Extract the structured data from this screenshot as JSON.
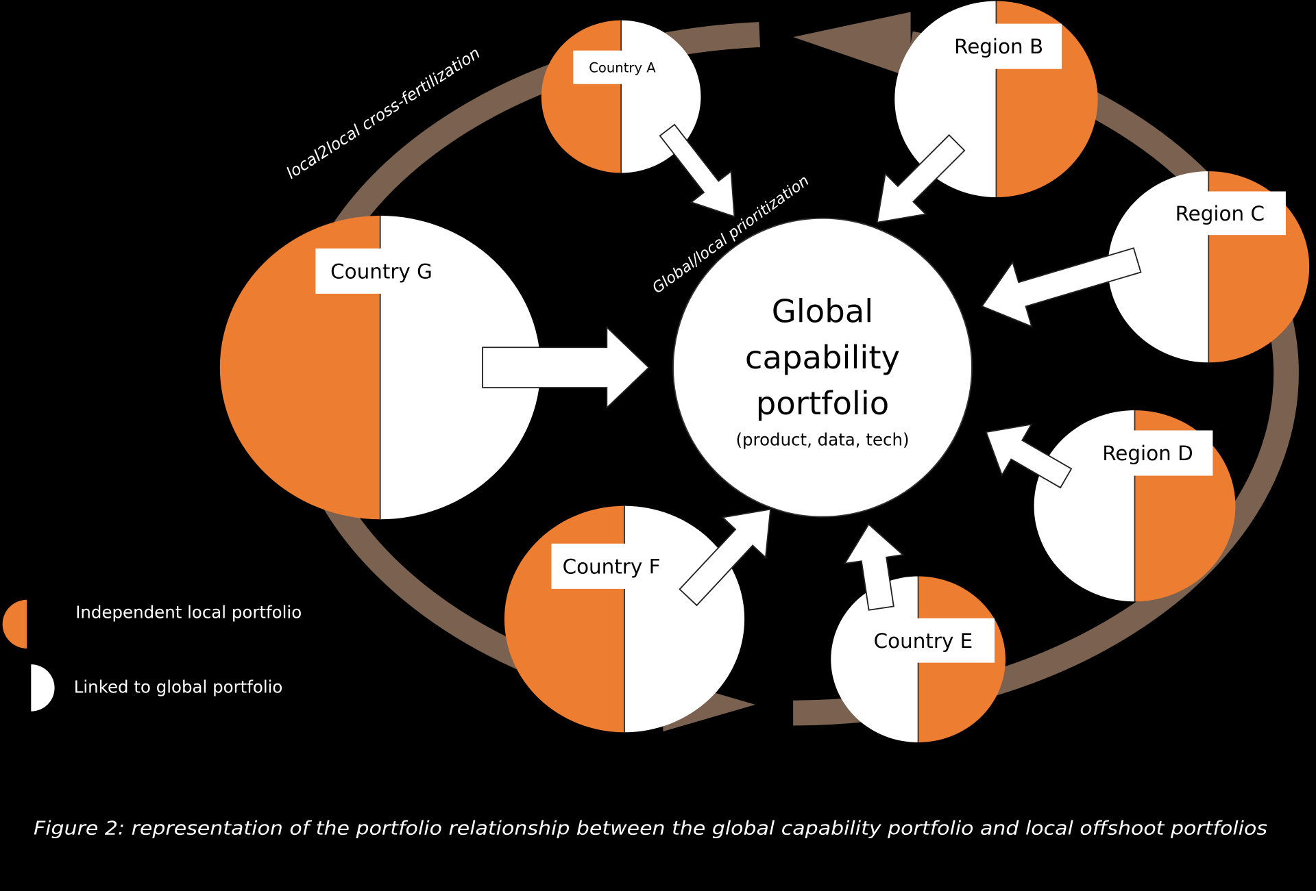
{
  "center": {
    "line1": "Global",
    "line2": "capability",
    "line3": "portfolio",
    "subtitle": "(product, data, tech)"
  },
  "nodes": [
    {
      "label": "Country A",
      "orange_side": "left"
    },
    {
      "label": "Region B",
      "orange_side": "right"
    },
    {
      "label": "Region C",
      "orange_side": "right"
    },
    {
      "label": "Region D",
      "orange_side": "right"
    },
    {
      "label": "Country E",
      "orange_side": "right"
    },
    {
      "label": "Country F",
      "orange_side": "left"
    },
    {
      "label": "Country G",
      "orange_side": "left"
    }
  ],
  "annotations": {
    "cycle": "local2local cross-fertilization",
    "prioritization": "Global/local prioritization"
  },
  "legend": {
    "independent": "Independent local portfolio",
    "linked": "Linked to global portfolio"
  },
  "caption": "Figure 2: representation of the portfolio relationship between the global capability portfolio and local offshoot portfolios",
  "colors": {
    "orange": "#ed7d31",
    "brown": "#7a6150",
    "white": "#ffffff",
    "background": "#000000"
  }
}
